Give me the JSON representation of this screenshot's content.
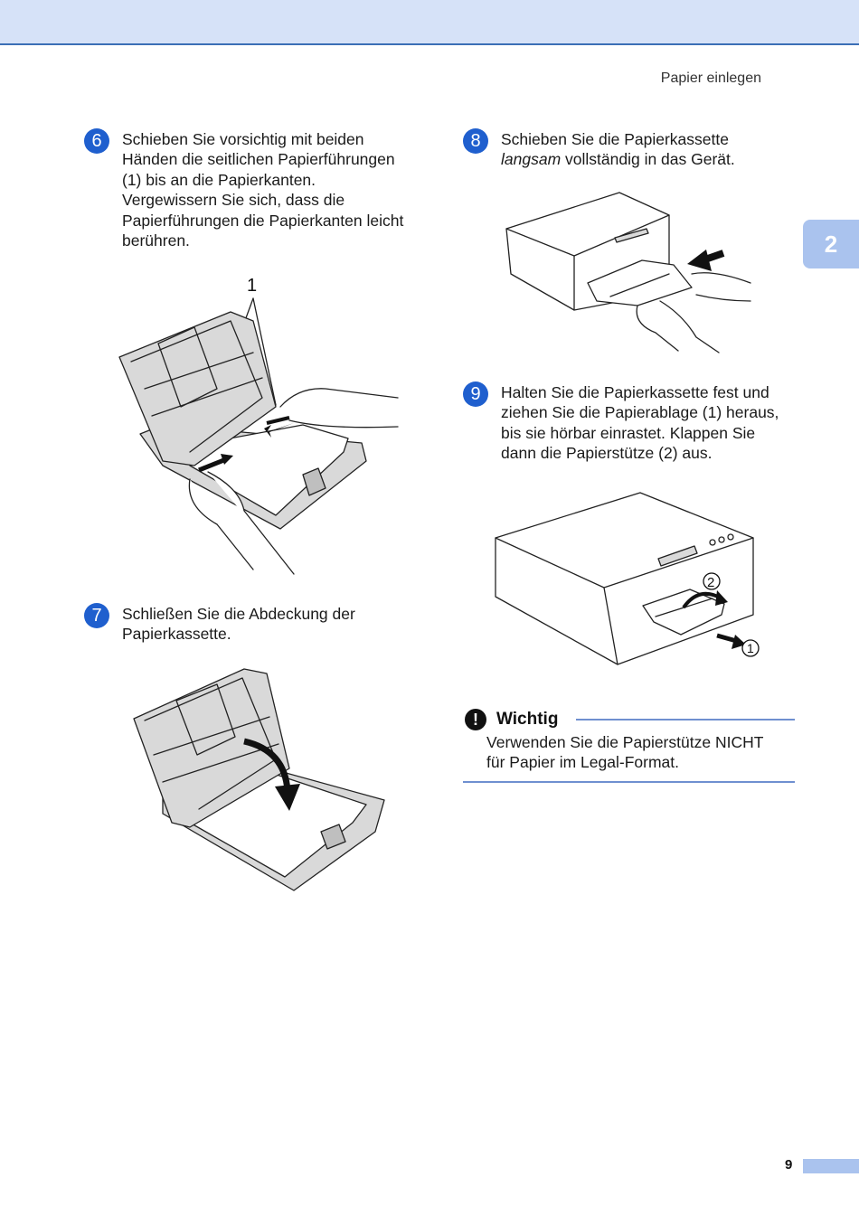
{
  "header": {
    "title": "Papier einlegen"
  },
  "chapter_tab": {
    "label": "2"
  },
  "steps": [
    {
      "number": "6",
      "text": [
        "Schieben Sie vorsichtig mit beiden",
        "Händen die seitlichen Papierführungen",
        "(1) bis an die Papierkanten.",
        "Vergewissern Sie sich, dass die",
        "Papierführungen die Papierkanten leicht",
        "berühren."
      ]
    },
    {
      "number": "7",
      "text": [
        "Schließen Sie die Abdeckung der",
        "Papierkassette."
      ]
    },
    {
      "number": "8",
      "text_before": "Schieben Sie die Papierkassette",
      "text_em": "langsam",
      "text_after": " vollständig in das Gerät."
    },
    {
      "number": "9",
      "text": [
        "Halten Sie die Papierkassette fest und",
        "ziehen Sie die Papierablage (1) heraus,",
        "bis sie hörbar einrastet. Klappen Sie",
        "dann die Papierstütze (2) aus."
      ]
    }
  ],
  "figures": {
    "fig6_callout": "1",
    "fig9_callout_1": "1",
    "fig9_callout_2": "2"
  },
  "important": {
    "icon": "!",
    "title": "Wichtig",
    "text": [
      "Verwenden Sie die Papierstütze NICHT",
      "für Papier im Legal-Format."
    ]
  },
  "footer": {
    "page_number": "9"
  },
  "colors": {
    "accent": "#1f5fce",
    "header_band": "#d6e2f8",
    "tab": "#aac3ee"
  }
}
